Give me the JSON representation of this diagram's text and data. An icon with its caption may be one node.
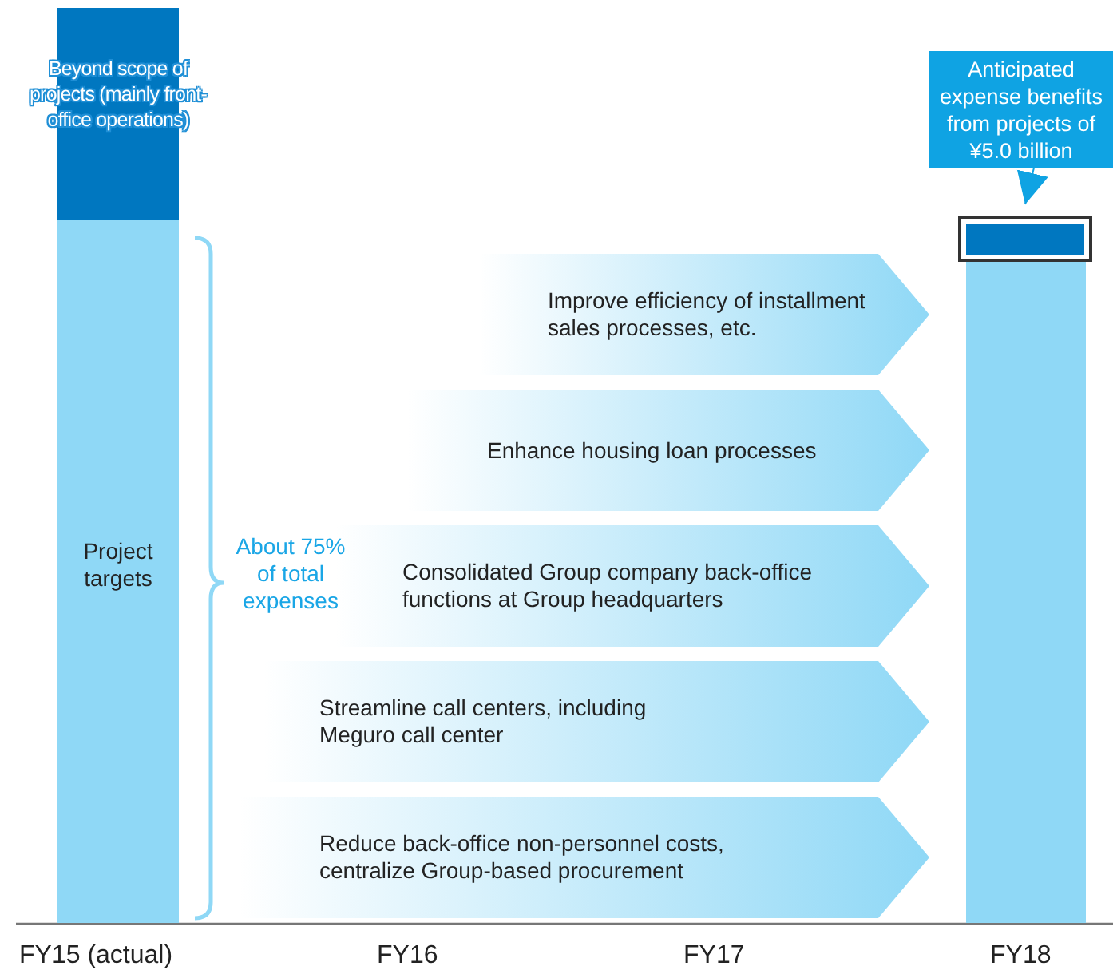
{
  "diagram": {
    "nodes": [
      {
        "text": [
          "Beyond scope of projects (mainly front-office operations)"
        ]
      },
      {
        "text": [
          "Project targets"
        ]
      },
      {
        "text": [
          "Anticipated expense benefits from projects of ¥5.0 billion"
        ]
      },
      {
        "text": [],
        "shape": "bar"
      },
      {
        "text": [],
        "shape": "bar"
      },
      {
        "text": [
          "Improve efficiency of installment sales processes, etc."
        ]
      },
      {
        "text": [
          "Enhance housing loan processes"
        ]
      },
      {
        "text": [
          "Consolidated Group company back-office functions at Group headquarters"
        ]
      },
      {
        "text": [
          "Streamline call centers, including Meguro call center"
        ]
      },
      {
        "text": [
          "Reduce back-office non-personnel costs, centralize Group-based procurement"
        ]
      }
    ],
    "edges": [
      {
        "from": 2,
        "to": 3,
        "arrow": "to"
      }
    ],
    "labels": [
      "About 75% of total expenses",
      "FY15 (actual)",
      "FY16",
      "FY17",
      "FY18"
    ]
  }
}
